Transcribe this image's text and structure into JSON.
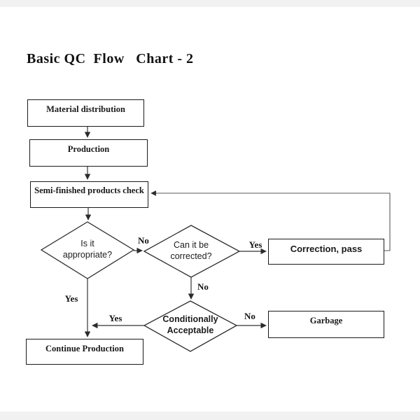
{
  "title": "Basic QC  Flow   Chart - 2",
  "nodes": {
    "material_distribution": {
      "label": "Material distribution"
    },
    "production": {
      "label": "Production"
    },
    "semi_finished_check": {
      "label": "Semi-finished products check"
    },
    "is_it_appropriate": {
      "label": "Is it\nappropriate?"
    },
    "can_it_be_corrected": {
      "label": "Can it be\ncorrected?"
    },
    "correction_pass": {
      "label": "Correction, pass"
    },
    "conditionally_acceptable": {
      "label": "Conditionally\nAcceptable"
    },
    "garbage": {
      "label": "Garbage"
    },
    "continue_production": {
      "label": "Continue Production"
    }
  },
  "edge_labels": {
    "no_appropriate_to_corrected": "No",
    "yes_corrected_to_correction": "Yes",
    "no_below_corrected": "No",
    "yes_appropriate_down": "Yes",
    "yes_acceptable_to_continue": "Yes",
    "no_acceptable_to_garbage": "No"
  },
  "colors": {
    "line": "#333333",
    "feedback_line": "#5a5a5a",
    "box_border": "#1a1a1a",
    "background": "#ffffff"
  }
}
